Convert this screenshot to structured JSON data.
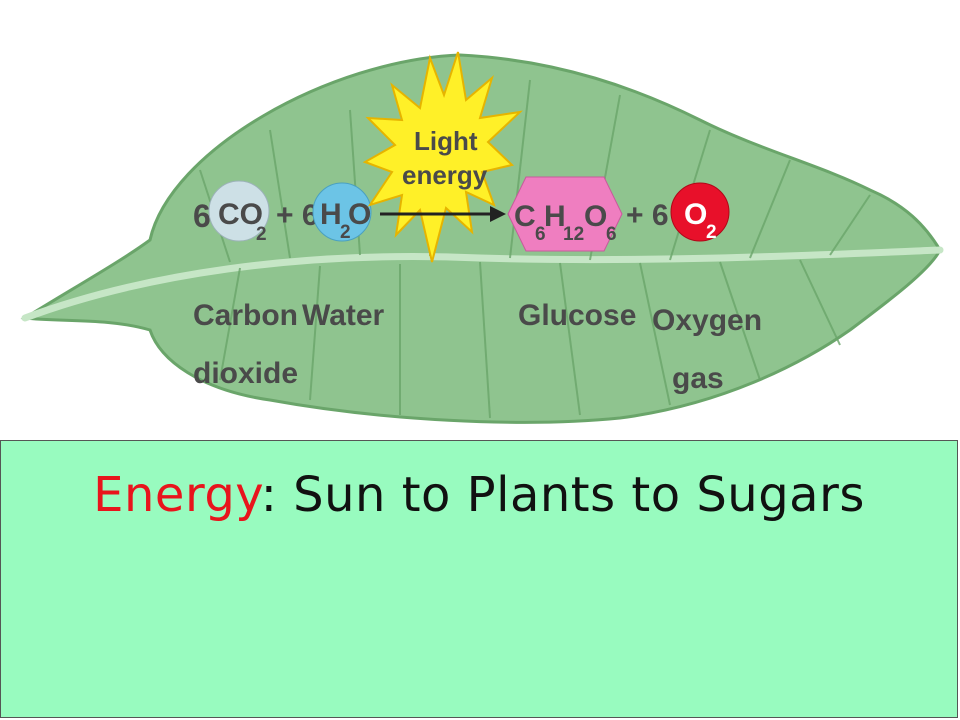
{
  "equation": {
    "reactant1": {
      "coef": "6",
      "formula_main": "CO",
      "formula_sub": "2",
      "name_line1": "Carbon",
      "name_line2": "dioxide"
    },
    "plus1": "+ 6",
    "reactant2": {
      "formula_h": "H",
      "formula_sub": "2",
      "formula_o": "O",
      "name": "Water"
    },
    "energy": {
      "line1": "Light",
      "line2": "energy"
    },
    "product1": {
      "c": "C",
      "c_sub": "6",
      "h": "H",
      "h_sub": "12",
      "o": "O",
      "o_sub": "6",
      "name": "Glucose"
    },
    "plus2": "+ 6",
    "product2": {
      "formula_main": "O",
      "formula_sub": "2",
      "name_line1": "Oxygen",
      "name_line2": "gas"
    }
  },
  "colors": {
    "leaf": "#8fc48f",
    "leaf_vein": "#c6e6c6",
    "co2_circle": "#cde0e6",
    "h2o_circle": "#6cc4e6",
    "starburst": "#fff028",
    "glucose_hexagon": "#ef7ec0",
    "o2_circle": "#e8102a",
    "title_bg": "#98fbbf",
    "title_accent": "#e8141c"
  },
  "title": {
    "highlight": "Energy",
    "rest": ": Sun to Plants to Sugars"
  }
}
